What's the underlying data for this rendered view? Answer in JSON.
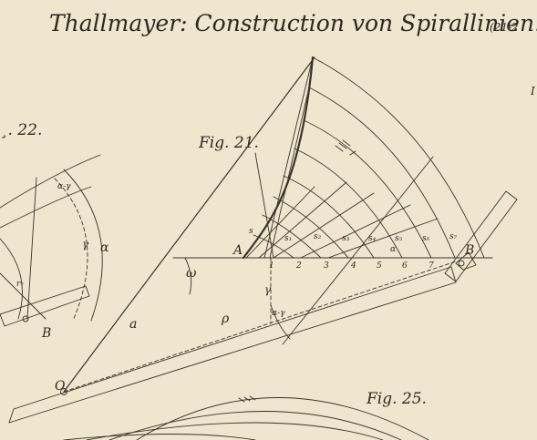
{
  "title": "Thallmayer: Construction von Spirallinien.",
  "title_suffix": "(21-2",
  "figures": {
    "fig22_label": "¸. 22.",
    "fig21_label": "Fig. 21.",
    "fig25_label": "Fig. 25."
  },
  "points": {
    "A": "A",
    "B_fig21": "B",
    "B_fig22": "B",
    "O": "O"
  },
  "fig21_labels": {
    "s": "s",
    "s1": "s₁",
    "s2": "s₂",
    "s3": "s₃",
    "s4": "s₄",
    "s5": "s₅",
    "s6": "s₆",
    "s7": "s₇",
    "t1": "1",
    "t2": "2",
    "t3": "3",
    "t4": "4",
    "t5": "5",
    "t6": "6",
    "t7": "7",
    "omega": "ω",
    "a": "a",
    "alpha_small": "α",
    "gamma": "γ",
    "rho": "ρ",
    "alpha_minus_gamma": "α-γ"
  },
  "fig22_labels": {
    "alpha": "α",
    "alpha_minus_gamma": "α-γ",
    "gamma": "γ",
    "r7": "r₇"
  },
  "edge_glyph": "I"
}
